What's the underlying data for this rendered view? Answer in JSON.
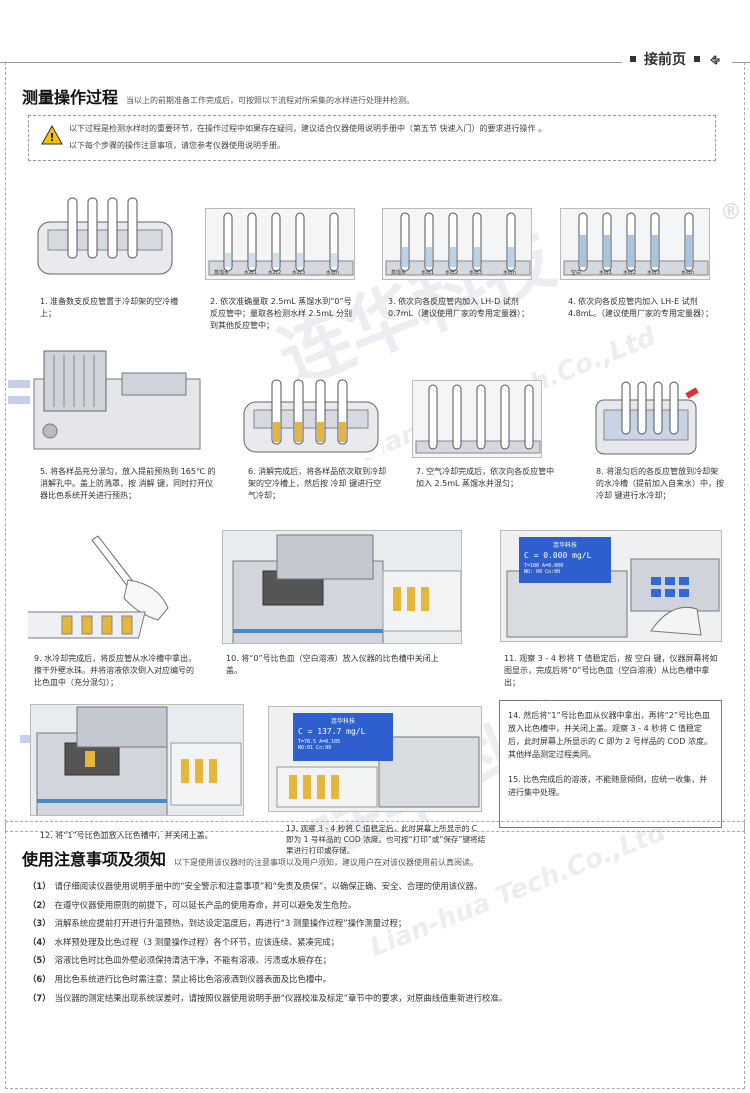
{
  "top_tag": {
    "label": "接前页",
    "icon": "hand-pointer-icon"
  },
  "section1": {
    "title": "测量操作过程",
    "subtitle": "当以上的前期准备工作完成后，可按照以下流程对所采集的水样进行处理并检测。",
    "notes": [
      "以下过程是检测水样时的重要环节，在操作过程中如果存在疑问，建议适合仪器使用说明手册中（第五节 快速入门）的要求进行操作 。",
      "以下每个步骤的操作注意事项，请您参考仪器使用说明手册。"
    ]
  },
  "steps": [
    {
      "caption": "1. 准备数支反应管置于冷却架的空冷槽上；"
    },
    {
      "caption": "2. 依次准确量取 2.5mL 蒸馏水到“0”号反应管中；量取各检测水样 2.5mL 分别到其他反应管中；",
      "labels": [
        "蒸馏水",
        "水样1",
        "水样2",
        "水样3",
        "水样n"
      ]
    },
    {
      "caption": "3. 依次向各反应管内加入 LH-D 试剂 0.7mL（建议使用厂家的专用定量器）；",
      "labels": [
        "蒸馏水",
        "水样1",
        "水样2",
        "水样3",
        "水样n"
      ]
    },
    {
      "caption": "4. 依次向各反应管内加入 LH-E 试剂 4.8mL。（建议使用厂家的专用定量器）；",
      "labels": [
        "空白",
        "水样1",
        "水样2",
        "水样3",
        "水样n"
      ]
    },
    {
      "caption": "5. 将各样品充分混匀，放入提前预热到 165℃ 的消解孔中。盖上防溅罩，按 消解 键，同时打开仪器比色系统开关进行预热；"
    },
    {
      "caption": "6. 消解完成后，将各样品依次取到冷却架的空冷槽上，然后按 冷却 键进行空气冷却；"
    },
    {
      "caption": "7. 空气冷却完成后，依次向各反应管中加入 2.5mL 蒸馏水并混匀；"
    },
    {
      "caption": "8. 将混匀后的各反应管放到冷却架的水冷槽（提前加入自来水）中，按 冷却 键进行水冷却；"
    },
    {
      "caption": "9. 水冷却完成后，将反应管从水冷槽中拿出，擦干外壁水珠。并将溶液依次倒入对应编号的比色皿中（充分混匀）；"
    },
    {
      "caption": "10. 将“0”号比色皿（空白溶液）放入仪器的比色槽中关闭上盖。"
    },
    {
      "caption": "11. 观察 3 - 4 秒将 T 值稳定后，按 空白 键，仪器屏幕将如图显示，完成后将“0”号比色皿（空白溶液）从比色槽中拿出；",
      "screen": {
        "brand": "连华科技",
        "reading": "C = 0.000 mg/L",
        "row1": "T=100  A=0.000",
        "row2": "NO: 00  Co:00"
      }
    },
    {
      "caption": "12. 将“1”号比色皿放入比色槽中，并关闭上盖。"
    },
    {
      "caption": "13. 观察 3 - 4 秒将 C 值稳定后，此时屏幕上所显示的 C 即为 1 号样品的 COD 浓度。也可按“打印”或“保存”键将结果进行打印或存储。",
      "screen": {
        "brand": "连华科技",
        "reading": "C = 137.7 mg/L",
        "row1": "T=78.5  A=0.105",
        "row2": "NO:01  Co:99"
      }
    }
  ],
  "box14": {
    "p1": "14. 然后将“1”号比色皿从仪器中拿出，再将“2”号比色皿放入比色槽中，并关闭上盖。观察 3 - 4 秒将 C 值稳定后，此时屏幕上所显示的 C 即为 2 号样品的 COD 浓度。其他样品测定过程类同。",
    "p2": "15. 比色完成后的溶液，不能随意倾倒，应统一收集，并进行集中处理。"
  },
  "section2": {
    "title": "使用注意事项及须知",
    "subtitle": "以下是使用该仪器时的注意事项以及用户须知，建议用户在对该仪器使用前认真阅读。",
    "items": [
      {
        "num": "（1）",
        "text": "请仔细阅读仪器使用说明手册中的“安全警示和注意事项”和“免责及质保”，以确保正确、安全、合理的使用该仪器。"
      },
      {
        "num": "（2）",
        "text": "在遵守仪器使用原则的前提下，可以延长产品的使用寿命，并可以避免发生危险。"
      },
      {
        "num": "（3）",
        "text": "消解系统应提前打开进行升温预热，到达设定温度后，再进行“3 测量操作过程”操作测量过程；"
      },
      {
        "num": "（4）",
        "text": "水样预处理及比色过程（3 测量操作过程）各个环节，应该连续、紧凑完成；"
      },
      {
        "num": "（5）",
        "text": "溶液比色时比色皿外壁必须保持清洁干净，不能有溶液、污渍或水痕存在；"
      },
      {
        "num": "（6）",
        "text": "用比色系统进行比色时需注意：禁止将比色溶液洒到仪器表面及比色槽中。"
      },
      {
        "num": "（7）",
        "text": "当仪器的测定结果出现系统误差时，请按照仪器使用说明手册“仪器校准及标定”章节中的要求，对原曲线值重新进行校准。"
      }
    ]
  },
  "watermark": {
    "cn": "连华科技",
    "en": "Lian-hua Tech.Co.,Ltd",
    "registered": "®"
  },
  "colors": {
    "lcd": "#2f5fcf",
    "accent_blue": "#5b77c2",
    "accent_red": "#d65657",
    "warning": "#f5c200"
  }
}
